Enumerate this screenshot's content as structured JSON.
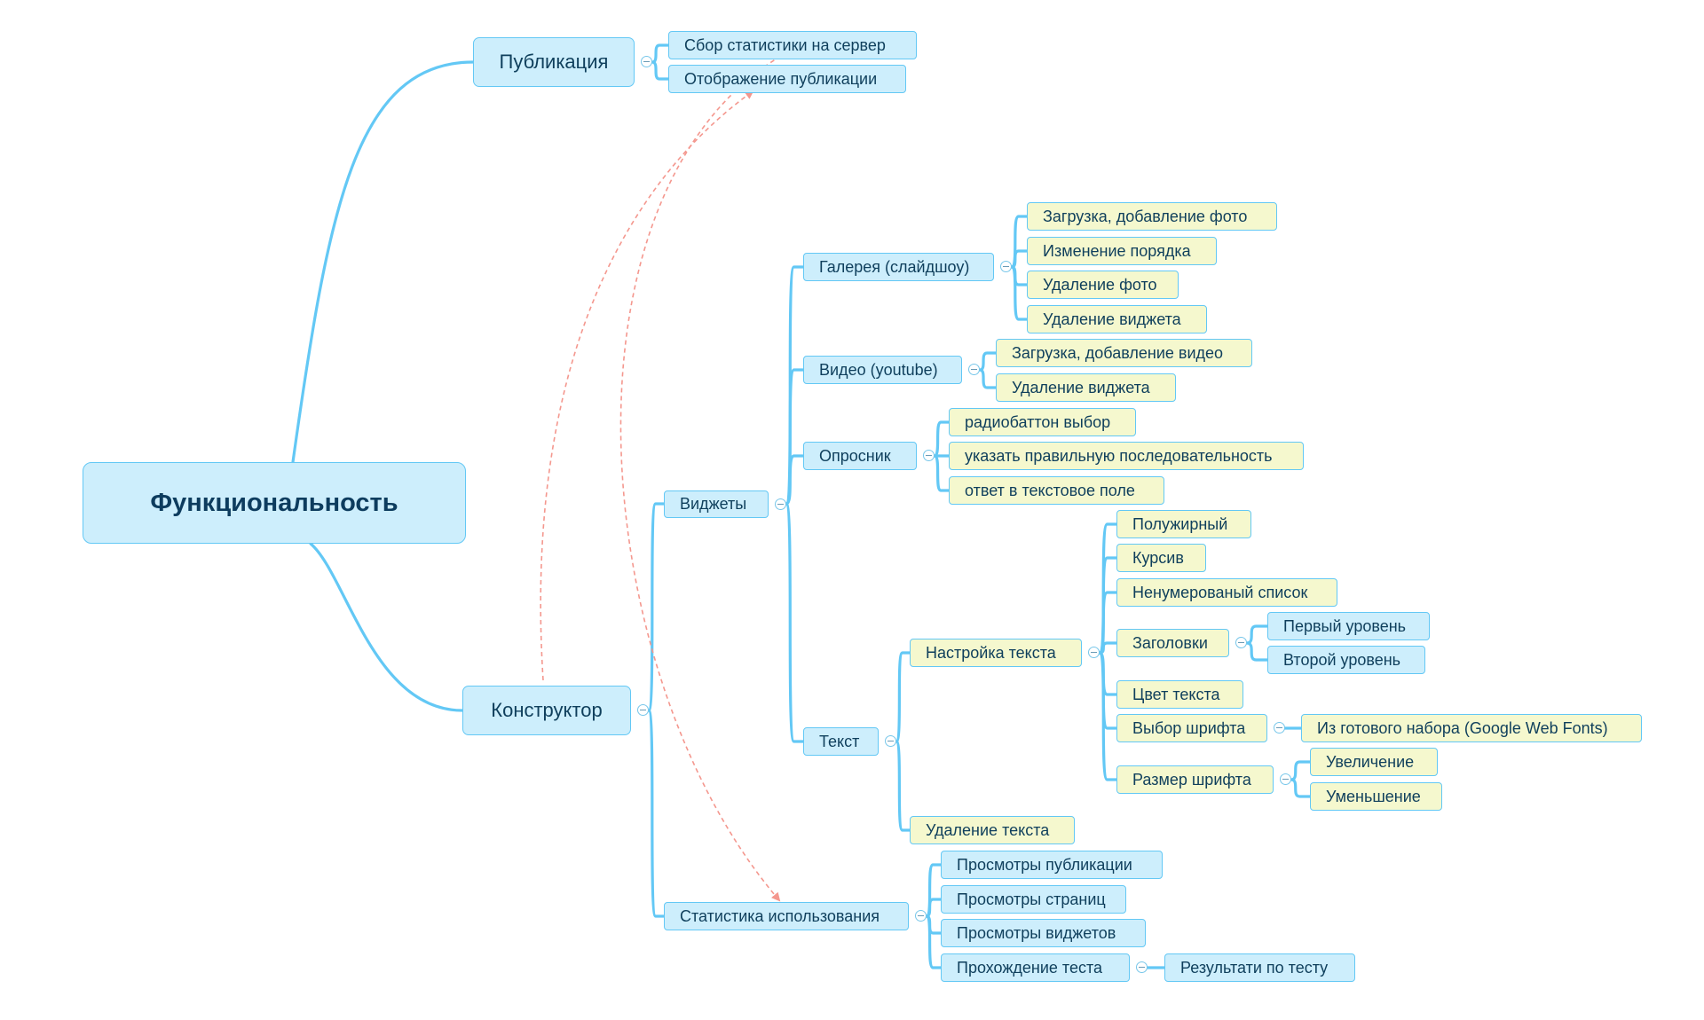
{
  "mindmap": {
    "root": "Функциональность",
    "branches": {
      "publication": "Публикация",
      "stats_to_server": "Сбор статистики на сервер",
      "display_publication": "Отображение публикации",
      "constructor": "Конструктор",
      "widgets": "Виджеты",
      "gallery": "Галерея (слайдшоу)",
      "gallery_upload": "Загрузка, добавление фото",
      "gallery_reorder": "Изменение порядка",
      "gallery_delete_photo": "Удаление фото",
      "gallery_delete_widget": "Удаление виджета",
      "video": "Видео (youtube)",
      "video_upload": "Загрузка, добавление видео",
      "video_delete_widget": "Удаление виджета",
      "survey": "Опросник",
      "survey_radio": "радиобаттон выбор",
      "survey_order": "указать правильную последовательность",
      "survey_text": "ответ в текстовое поле",
      "text": "Текст",
      "text_settings": "Настройка текста",
      "bold": "Полужирный",
      "italic": "Курсив",
      "bullet_list": "Ненумерованый список",
      "headings": "Заголовки",
      "heading_1": "Первый уровень",
      "heading_2": "Второй уровень",
      "text_color": "Цвет текста",
      "font_choice": "Выбор шрифта",
      "google_fonts": "Из готового набора (Google Web Fonts)",
      "font_size": "Размер шрифта",
      "increase": "Увеличение",
      "decrease": "Уменьшение",
      "delete_text": "Удаление текста",
      "usage_stats": "Статистика использования",
      "views_publication": "Просмотры публикации",
      "views_pages": "Просмотры страниц",
      "views_widgets": "Просмотры виджетов",
      "test_pass": "Прохождение теста",
      "test_results": "Результати по тесту"
    }
  },
  "colors": {
    "branch_line": "#63c8f5",
    "blue_node_fill": "#cdeefc",
    "yellow_node_fill": "#f5f8ce",
    "relation_arrow": "#f4978e",
    "text": "#0f3f5c"
  }
}
